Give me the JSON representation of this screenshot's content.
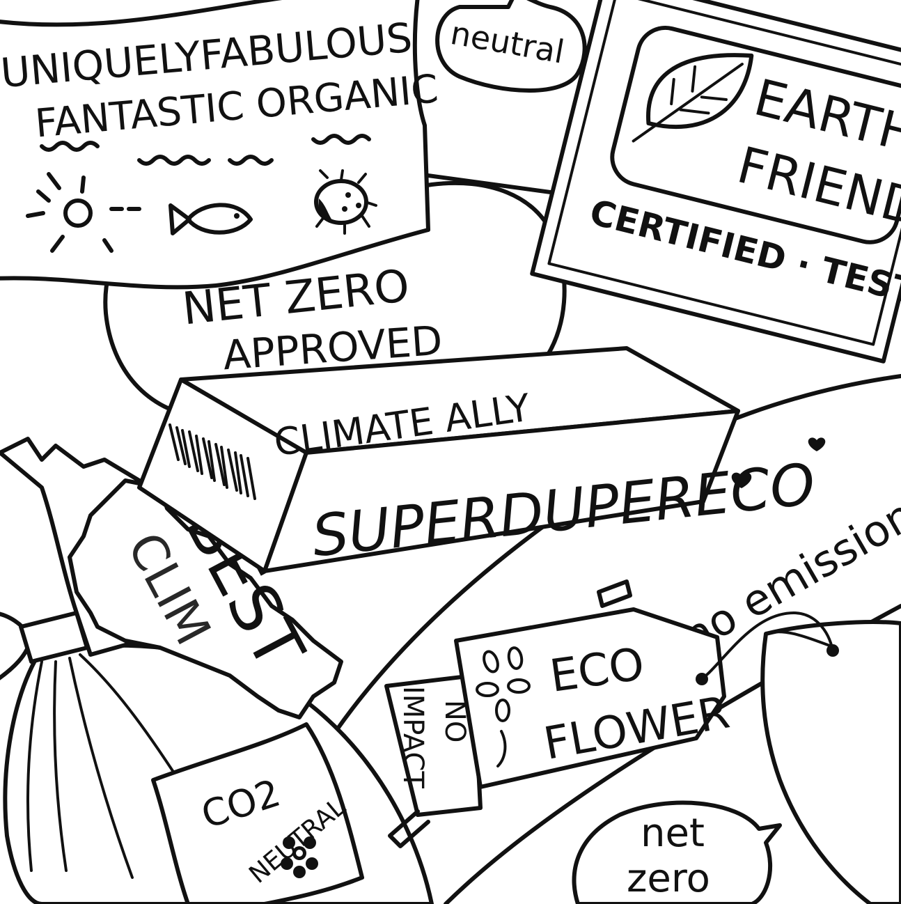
{
  "illustration": {
    "palette": {
      "ink": "#111111",
      "paper": "#ffffff"
    },
    "labels": {
      "flag_line1": "UNIQUELYFABULOUS",
      "flag_line2": "FANTASTIC ORGANIC",
      "apple_line1": "NET ZERO",
      "apple_line2": "APPROVED",
      "neutral_bubble": "neutral",
      "earth_line1": "EARTH",
      "earth_line2": "FRIEND",
      "earth_line3": "CERTIFIED · TESTED ·",
      "box_top": "CLIMATE ALLY",
      "box_front": "SUPERDUPERECO",
      "no_emissions": "no emissions",
      "best_label": "BEST",
      "best_label_hidden": "CLIM",
      "eco_line1": "ECO",
      "eco_line2": "FLOWER",
      "no_impact_line1": "NO",
      "no_impact_line2": "IMPACT",
      "co2_line1": "CO2",
      "co2_line2": "NEUTRAL",
      "net_zero_line1": "net",
      "net_zero_line2": "zero"
    },
    "icons": [
      "sun-icon",
      "fish-icon",
      "ladybug-icon",
      "leaf-icon",
      "barcode-icon",
      "flower-icon",
      "heart-icon",
      "string-tag-icon"
    ]
  }
}
